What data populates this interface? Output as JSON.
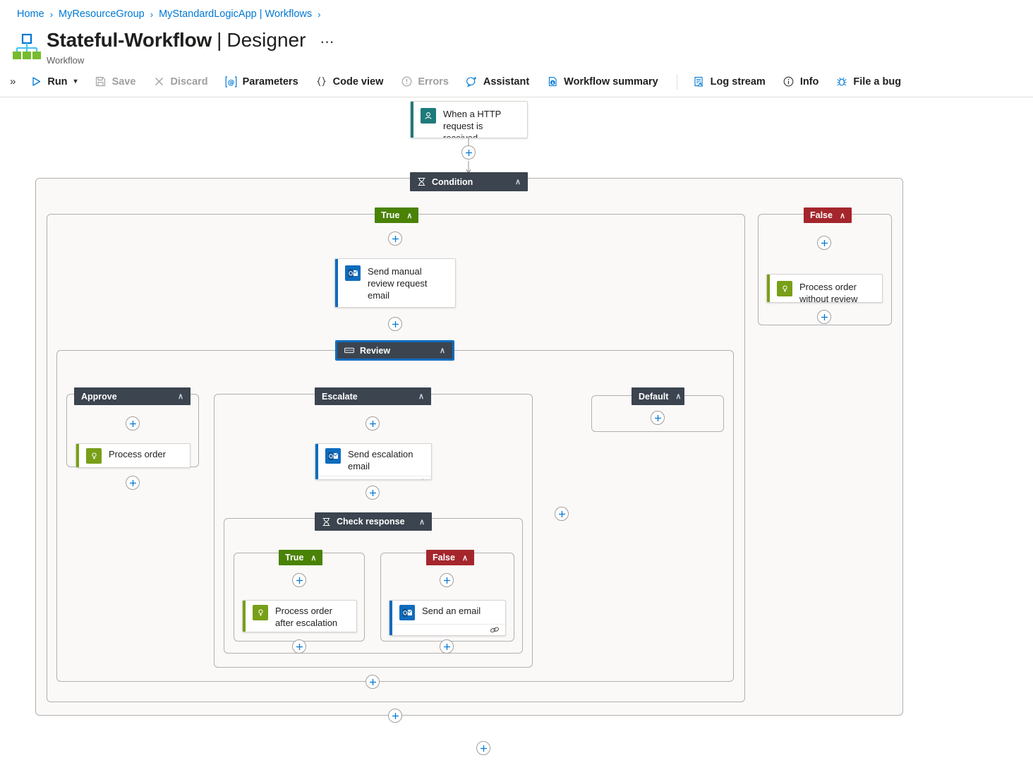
{
  "breadcrumb": {
    "items": [
      "Home",
      "MyResourceGroup",
      "MyStandardLogicApp | Workflows"
    ],
    "separator": "›"
  },
  "header": {
    "title": "Stateful-Workflow",
    "separator": "|",
    "page": "Designer",
    "ellipsis": "⋯",
    "subtitle": "Workflow",
    "icon": "workflow-icon"
  },
  "toolbar": {
    "collapse": "»",
    "items": [
      {
        "label": "Run",
        "icon": "play-icon",
        "disabled": false,
        "caret": true
      },
      {
        "label": "Save",
        "icon": "save-icon",
        "disabled": true,
        "caret": false
      },
      {
        "label": "Discard",
        "icon": "close-icon",
        "disabled": true,
        "caret": false
      },
      {
        "label": "Parameters",
        "icon": "at-icon",
        "disabled": false,
        "caret": false
      },
      {
        "label": "Code view",
        "icon": "braces-icon",
        "disabled": false,
        "caret": false
      },
      {
        "label": "Errors",
        "icon": "warning-icon",
        "disabled": true,
        "caret": false
      },
      {
        "label": "Assistant",
        "icon": "assistant-icon",
        "disabled": false,
        "caret": false
      },
      {
        "label": "Workflow summary",
        "icon": "summary-icon",
        "disabled": false,
        "caret": false
      },
      {
        "label": "Log stream",
        "icon": "logstream-icon",
        "disabled": false,
        "caret": false
      },
      {
        "label": "Info",
        "icon": "info-icon",
        "disabled": false,
        "caret": false
      },
      {
        "label": "File a bug",
        "icon": "bug-icon",
        "disabled": false,
        "caret": false
      }
    ],
    "divider_after_index": 7
  },
  "colors": {
    "accent_blue": "#0078d4",
    "true_green": "#498205",
    "false_red": "#a4262c",
    "scope_header": "#3b444f",
    "trigger_teal": "#1f7a7a",
    "outlook_blue": "#0f6cbd",
    "control_green": "#789f18",
    "scope_bg": "#faf9f8",
    "selected_border": "#0f6cbd"
  },
  "canvas": {
    "trigger": {
      "label": "When a HTTP request is received",
      "icon": "http-request-icon",
      "accent": "#1f7a7a",
      "icon_bg": "#1f7a7a",
      "has_footer": false
    },
    "condition": {
      "label": "Condition",
      "icon": "condition-icon",
      "caret": "∧",
      "selected": false
    },
    "branch_true_top": {
      "label": "True",
      "caret": "∧",
      "type": "true"
    },
    "branch_false_top": {
      "label": "False",
      "caret": "∧",
      "type": "false"
    },
    "send_manual_review": {
      "label": "Send manual review request email",
      "icon": "outlook-icon",
      "accent": "#0f6cbd",
      "icon_bg": "#0f6cbd",
      "has_footer": true,
      "footer_icon": "link-icon"
    },
    "process_without_review": {
      "label": "Process order without review",
      "icon": "control-icon",
      "accent": "#789f18",
      "icon_bg": "#789f18",
      "has_footer": false
    },
    "review": {
      "label": "Review",
      "icon": "switch-icon",
      "caret": "∧",
      "selected": true
    },
    "case_approve": {
      "label": "Approve",
      "caret": "∧"
    },
    "case_escalate": {
      "label": "Escalate",
      "caret": "∧"
    },
    "case_default": {
      "label": "Default",
      "caret": "∧"
    },
    "process_order": {
      "label": "Process order",
      "icon": "control-icon",
      "accent": "#789f18",
      "icon_bg": "#789f18",
      "has_footer": false
    },
    "send_escalation": {
      "label": "Send escalation email",
      "icon": "outlook-icon",
      "accent": "#0f6cbd",
      "icon_bg": "#0f6cbd",
      "has_footer": true,
      "footer_icon": "link-icon"
    },
    "check_response": {
      "label": "Check response",
      "icon": "condition-icon",
      "caret": "∧",
      "selected": false
    },
    "branch_true_inner": {
      "label": "True",
      "caret": "∧",
      "type": "true"
    },
    "branch_false_inner": {
      "label": "False",
      "caret": "∧",
      "type": "false"
    },
    "process_after_escalation": {
      "label": "Process order after escalation",
      "icon": "control-icon",
      "accent": "#789f18",
      "icon_bg": "#789f18",
      "has_footer": false
    },
    "send_an_email": {
      "label": "Send an email",
      "icon": "outlook-icon",
      "accent": "#0f6cbd",
      "icon_bg": "#0f6cbd",
      "has_footer": true,
      "footer_icon": "link-icon"
    },
    "add_buttons_count": 17,
    "add_button_label": "+"
  }
}
